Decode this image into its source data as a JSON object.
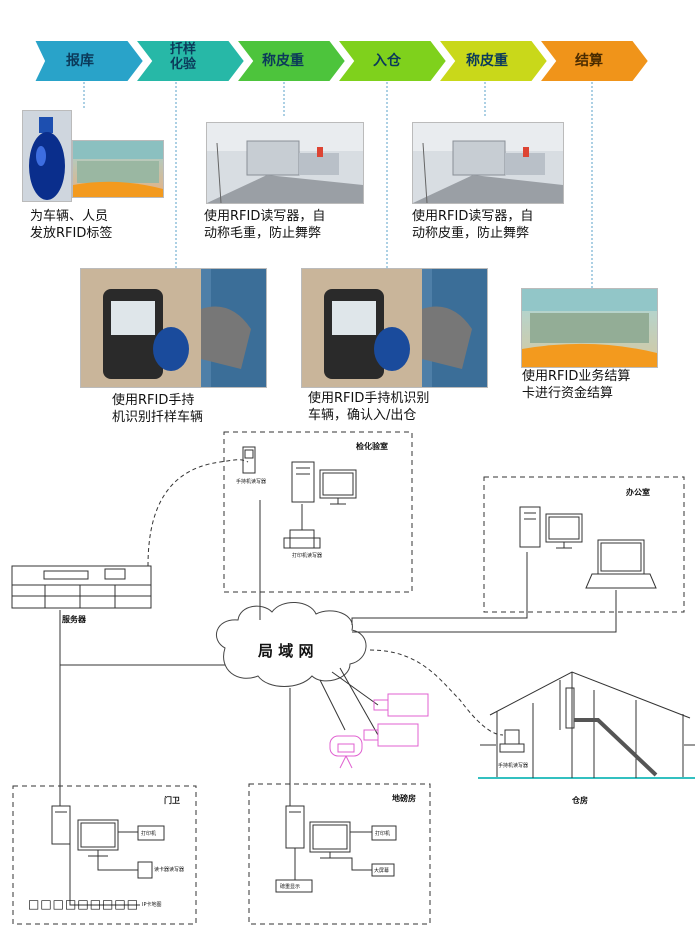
{
  "process_steps": [
    "报库",
    "扦样\n化验",
    "称皮重",
    "入仓",
    "称皮重",
    "结算"
  ],
  "step_colors": [
    "#29a3c9",
    "#27b8a7",
    "#4dc43c",
    "#7fd11c",
    "#c9d81a",
    "#f0941a"
  ],
  "captions": {
    "issue_tags": "为车辆、人员\n发放RFID标签",
    "weigh_gross": "使用RFID读写器，自\n动称毛重，防止舞弊",
    "weigh_tare": "使用RFID读写器，自\n动称皮重，防止舞弊",
    "sampling_handheld": "使用RFID手持\n机识别扦样车辆",
    "warehouse_handheld": "使用RFID手持机识别\n车辆，确认入/出仓",
    "settlement_card": "使用RFID业务结算\n卡进行资金结算"
  },
  "network": {
    "lan_label": "局 域 网",
    "lab_label": "检化验室",
    "office_label": "办公室",
    "server_label": "服务器",
    "gate_label": "门卫",
    "scale_room_label": "地磅房",
    "warehouse_label": "仓房",
    "lab_handheld_label": "手持机读写器",
    "lab_printer_label": "打印机读写器",
    "gate_printer_label": "打印机",
    "gate_reader_label": "读卡器读写器",
    "gate_ip_label": "IP卡地图",
    "scale_printer_label": "打印机",
    "scale_display_label": "大屏幕",
    "scale_monitor_label": "磅重显示",
    "warehouse_reader_label": "手持机读写器",
    "gate_bottom_text": "□□□□□□□□□"
  }
}
